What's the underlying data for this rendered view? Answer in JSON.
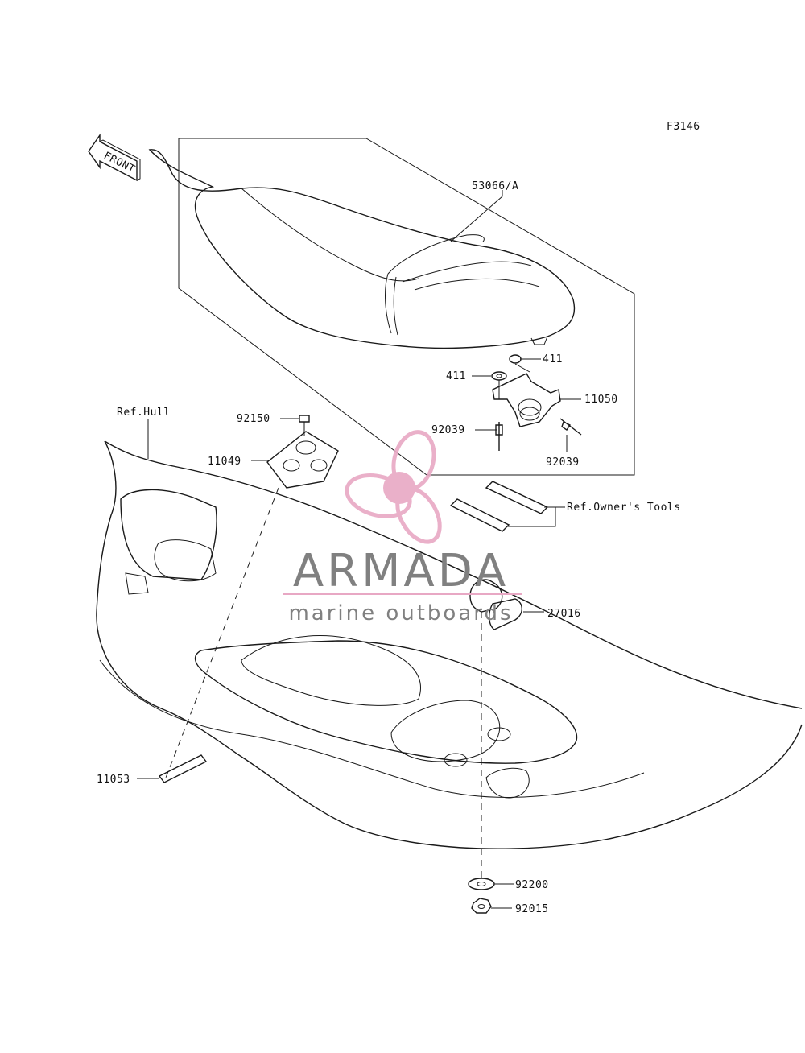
{
  "figure_code": "F3146",
  "front_arrow_text": "FRONT",
  "callouts": {
    "seat": "53066/A",
    "washer_right": "411",
    "washer_left": "411",
    "bracket": "11050",
    "bolt": "92150",
    "lock_plate": "11049",
    "pin_left": "92039",
    "pin_right": "92039",
    "hull_ref": "Ref.Hull",
    "owners_tools_ref": "Ref.Owner's Tools",
    "cap": "27016",
    "plate": "11053",
    "washer_bottom": "92200",
    "nut": "92015"
  },
  "watermark": {
    "title": "ARMADA",
    "subtitle": "marine outboards",
    "color_logo": "#e8a8c4",
    "color_text": "#808080"
  }
}
